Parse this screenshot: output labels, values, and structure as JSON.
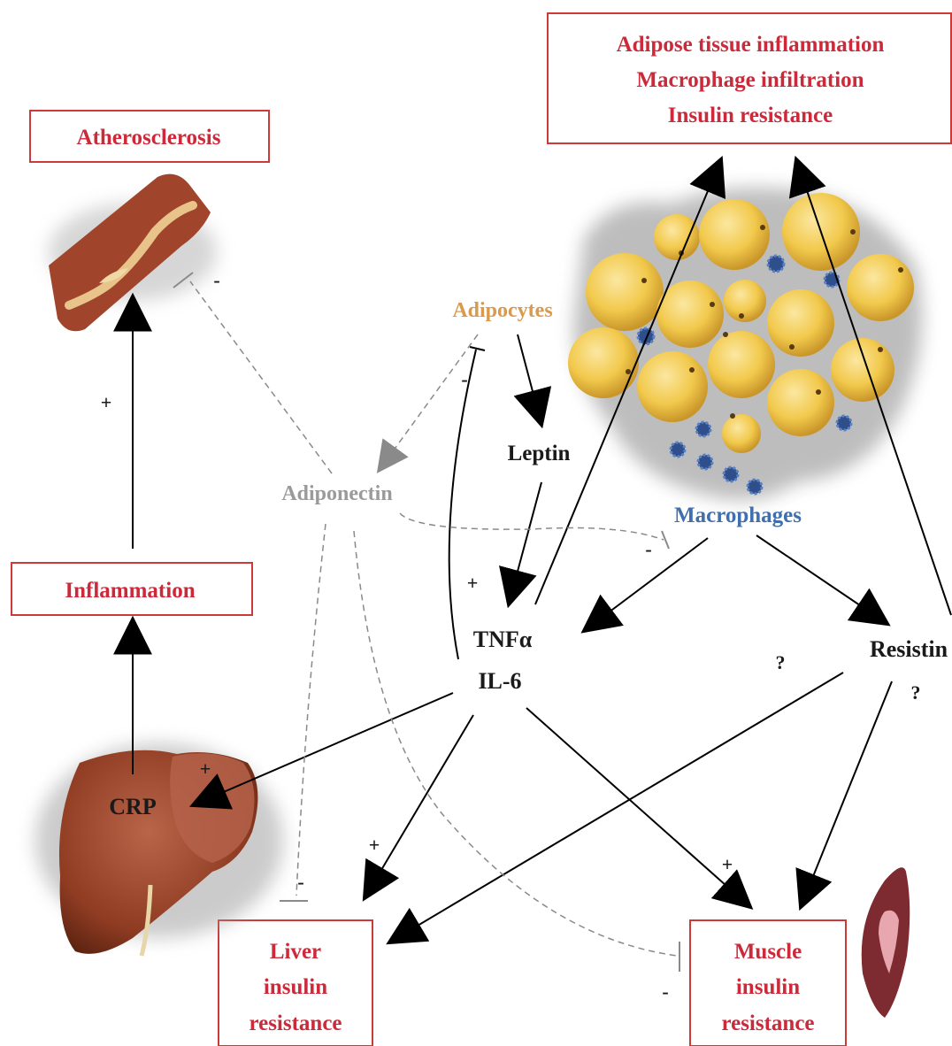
{
  "boxes": {
    "top_right": [
      "Adipose tissue inflammation",
      "Macrophage infiltration",
      "Insulin resistance"
    ],
    "atherosclerosis": "Atherosclerosis",
    "inflammation": "Inflammation",
    "liver": [
      "Liver",
      "insulin",
      "resistance"
    ],
    "muscle": [
      "Muscle",
      "insulin",
      "resistance"
    ]
  },
  "nodes": {
    "adipocytes": "Adipocytes",
    "leptin": "Leptin",
    "adiponectin": "Adiponectin",
    "macrophages": "Macrophages",
    "tnfa": "TNFα",
    "il6": "IL-6",
    "resistin": "Resistin",
    "crp": "CRP"
  },
  "signs": {
    "plus": "+",
    "minus": "-",
    "question": "?"
  },
  "colors": {
    "box_text": "#cc2a3a",
    "box_border": "#cc3a3a",
    "adipocytes": "#d99a4e",
    "adiponectin": "#9a9a9a",
    "macrophages": "#3f6fae",
    "fat_cell": "#f2c94c",
    "liver": "#8e3b22",
    "artery": "#a0452c",
    "macrophage_cell": "#2e4f8c"
  },
  "icons": [
    "artery-segment-icon",
    "adipose-tissue-cluster-icon",
    "liver-organ-icon",
    "muscle-organ-icon"
  ]
}
